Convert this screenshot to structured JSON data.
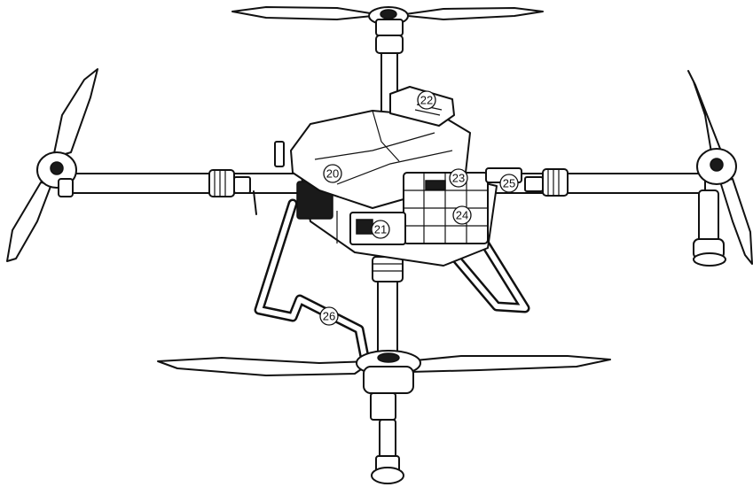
{
  "callouts": [
    {
      "id": "22",
      "label": "22"
    },
    {
      "id": "20",
      "label": "20"
    },
    {
      "id": "23",
      "label": "23"
    },
    {
      "id": "25",
      "label": "25"
    },
    {
      "id": "24",
      "label": "24"
    },
    {
      "id": "21",
      "label": "21"
    },
    {
      "id": "26",
      "label": "26"
    }
  ]
}
